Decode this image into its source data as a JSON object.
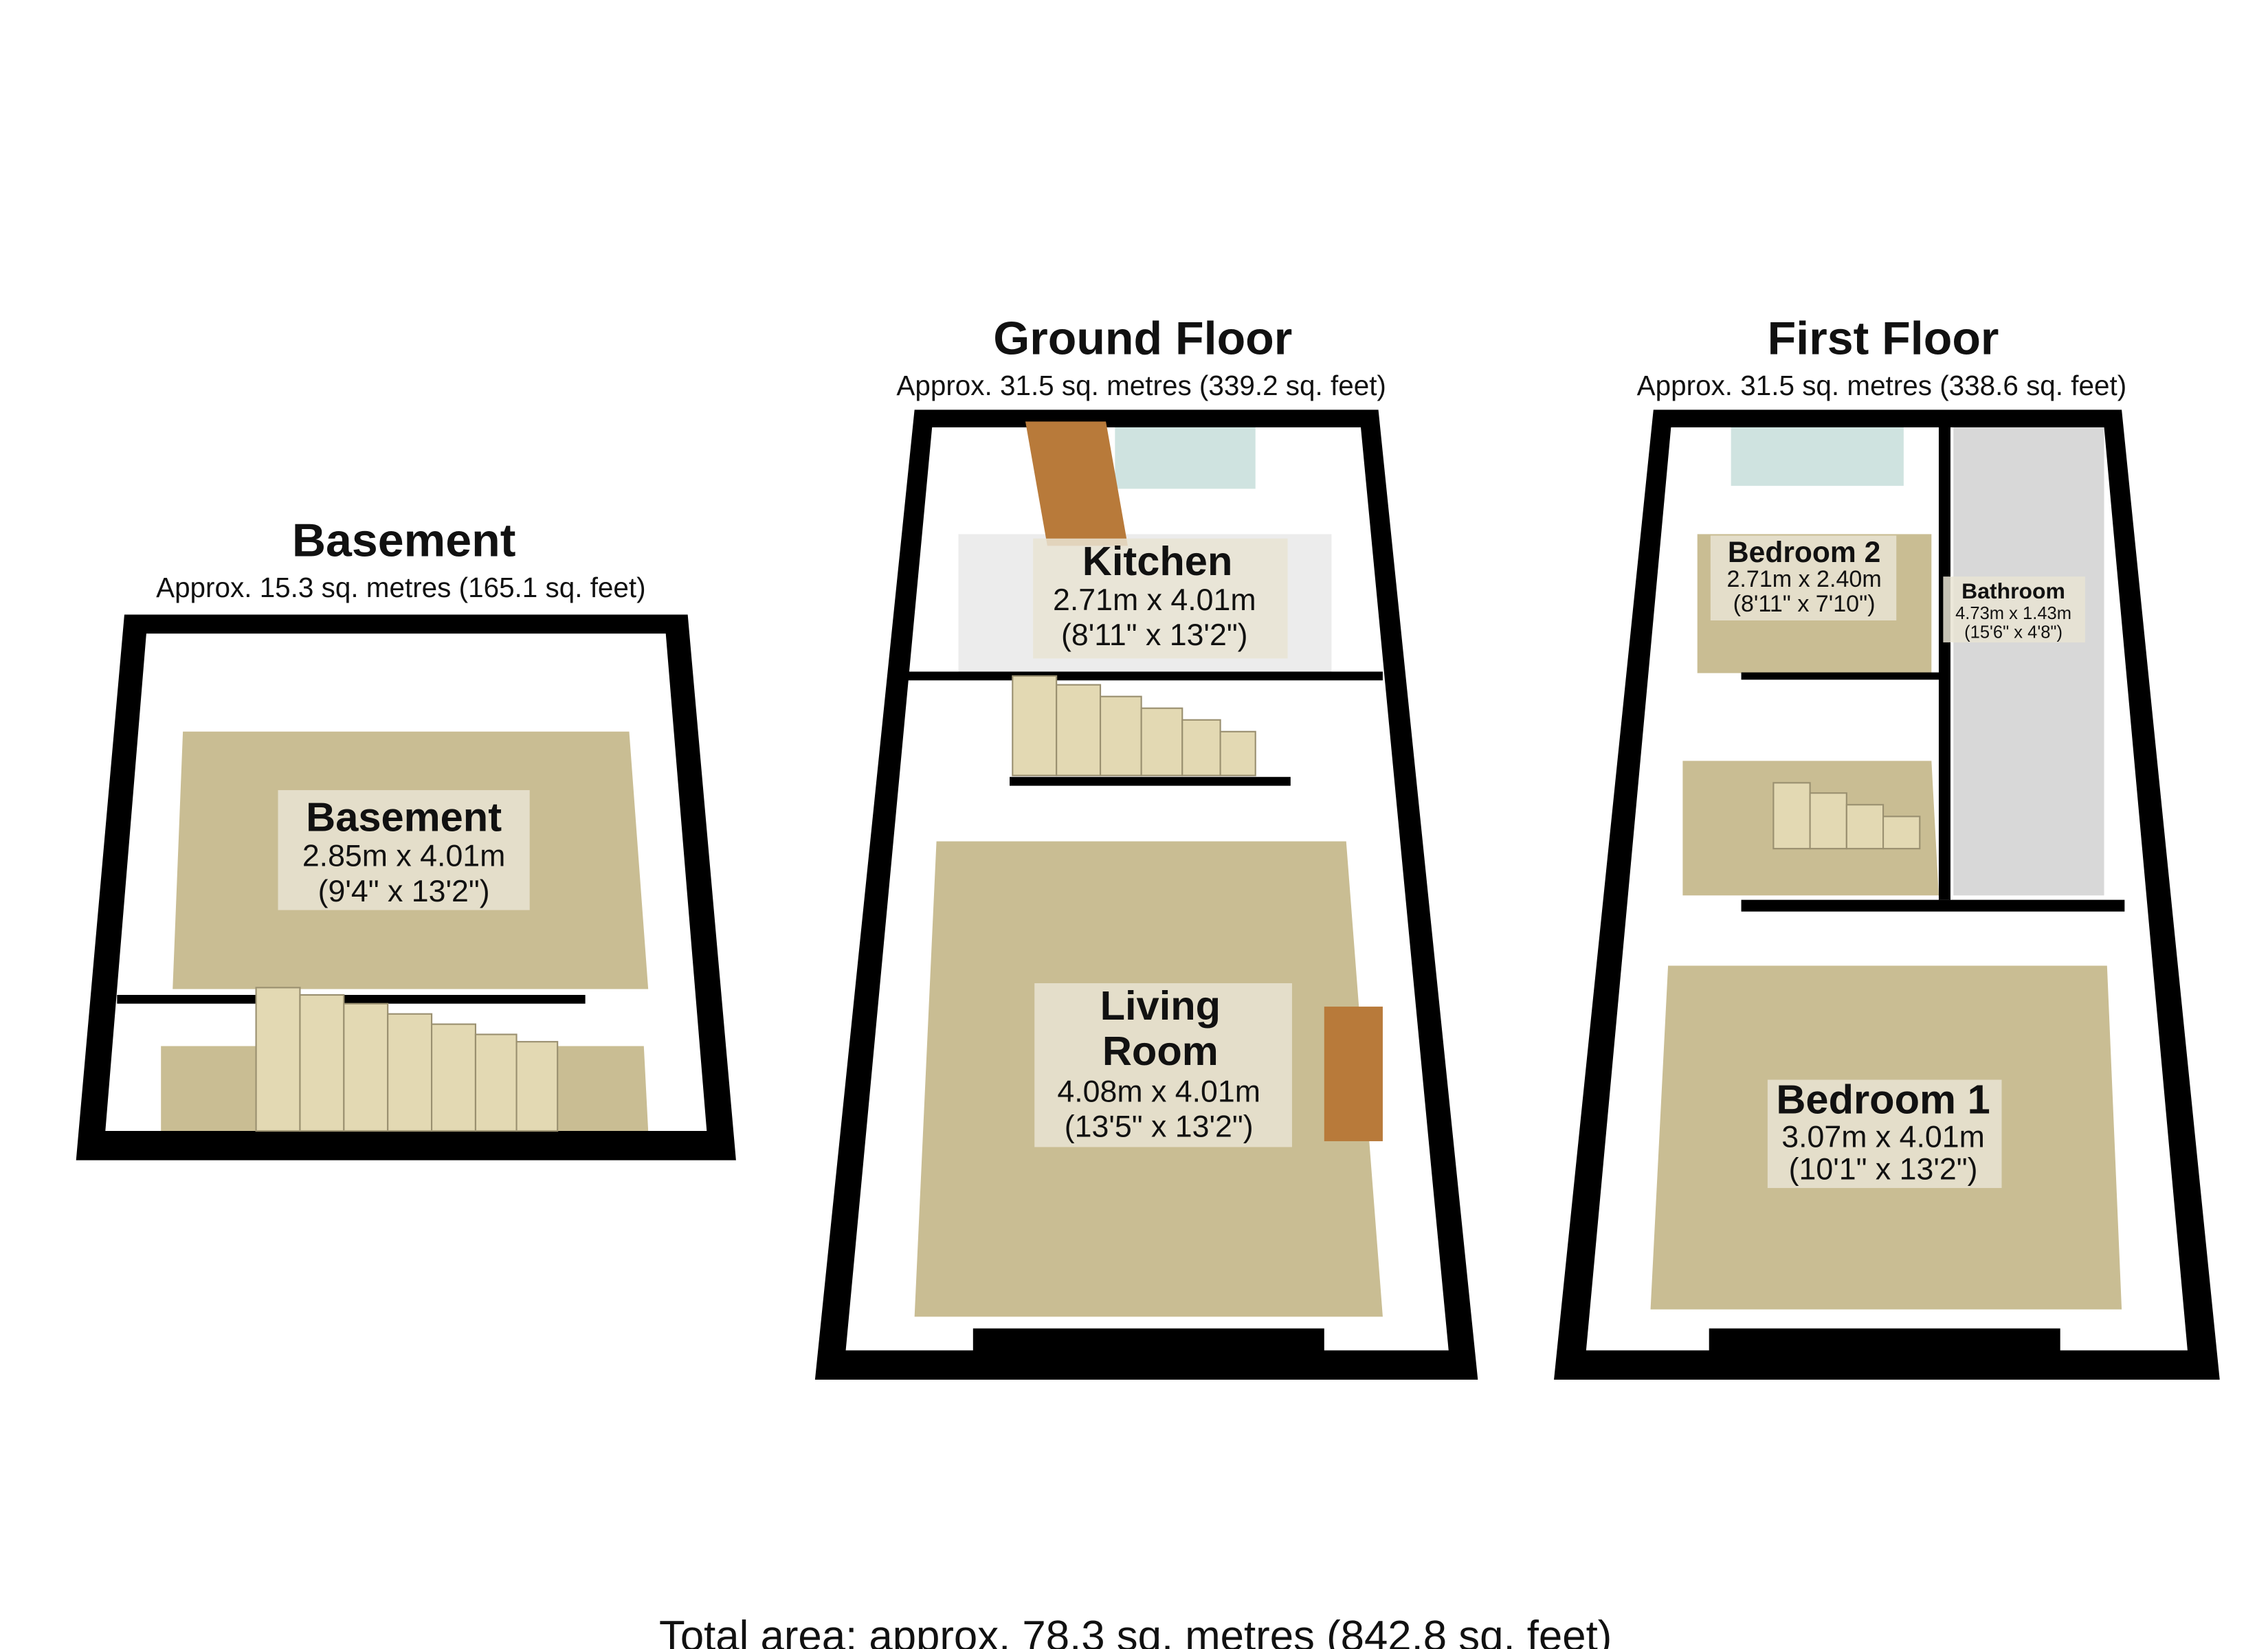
{
  "floors": [
    {
      "title": "Basement",
      "area": "Approx. 15.3 sq. metres (165.1 sq. feet)",
      "rooms": [
        {
          "name": "Basement",
          "metric": "2.85m x 4.01m",
          "imperial": "(9'4\" x 13'2\")"
        }
      ]
    },
    {
      "title": "Ground Floor",
      "area": "Approx. 31.5 sq. metres (339.2 sq. feet)",
      "rooms": [
        {
          "name": "Kitchen",
          "metric": "2.71m x 4.01m",
          "imperial": "(8'11\" x 13'2\")"
        },
        {
          "name_line1": "Living",
          "name_line2": "Room",
          "metric": "4.08m x 4.01m",
          "imperial": "(13'5\" x 13'2\")"
        }
      ]
    },
    {
      "title": "First Floor",
      "area": "Approx. 31.5 sq. metres (338.6 sq. feet)",
      "rooms": [
        {
          "name": "Bedroom 2",
          "metric": "2.71m x 2.40m",
          "imperial": "(8'11\" x 7'10\")"
        },
        {
          "name": "Bathroom",
          "metric": "4.73m x 1.43m",
          "imperial": "(15'6\" x 4'8\")"
        },
        {
          "name": "Bedroom 1",
          "metric": "3.07m x 4.01m",
          "imperial": "(10'1\" x 13'2\")"
        }
      ]
    }
  ],
  "total_area": "Total area: approx. 78.3 sq. metres (842.8 sq. feet)",
  "colors": {
    "wall": "#000000",
    "carpet": "#c9bd93",
    "tile": "#e8e8e8",
    "wall_inner": "#ffffff"
  }
}
